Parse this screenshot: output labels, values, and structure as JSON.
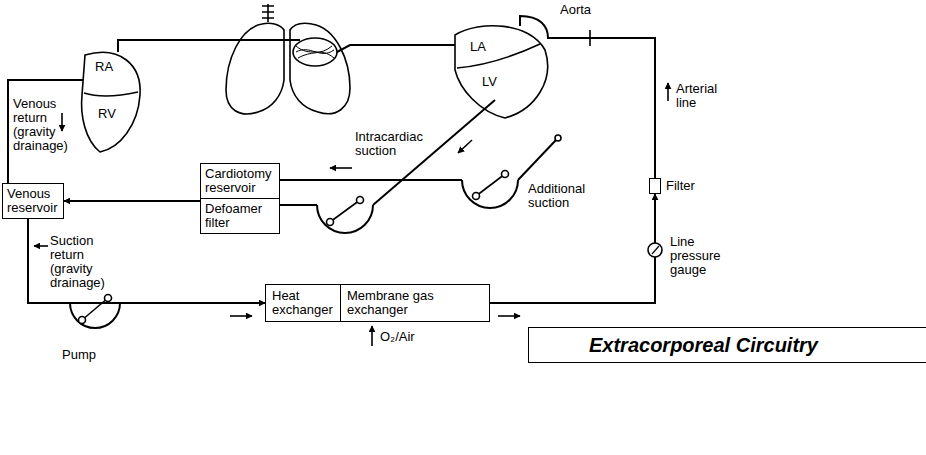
{
  "diagram": {
    "nodes": [
      {
        "text": [
          "Venous reservoir"
        ]
      },
      {
        "text": [
          "Cardiotomy reservoir",
          "Defoamer filter"
        ]
      },
      {
        "text": [
          "Heat exchanger",
          "Membrane gas exchanger"
        ]
      },
      {
        "text": [
          "Filter"
        ]
      },
      {
        "text": [
          "Extracorporeal Circuitry"
        ]
      }
    ],
    "edges": [
      {
        "from": 1,
        "to": 0,
        "arrow": "to"
      },
      {
        "from": 0,
        "to": 2,
        "arrow": "to"
      },
      {
        "from": 2,
        "to": 3,
        "arrow": "to"
      }
    ],
    "labels": [
      "RA",
      "RV",
      "LA",
      "LV",
      "Aorta",
      "Arterial line",
      "Venous return (gravity drainage)",
      "Intracardiac suction",
      "Additional suction",
      "Line pressure gauge",
      "Suction return (gravity drainage)",
      "Pump",
      "O₂/Air"
    ]
  }
}
